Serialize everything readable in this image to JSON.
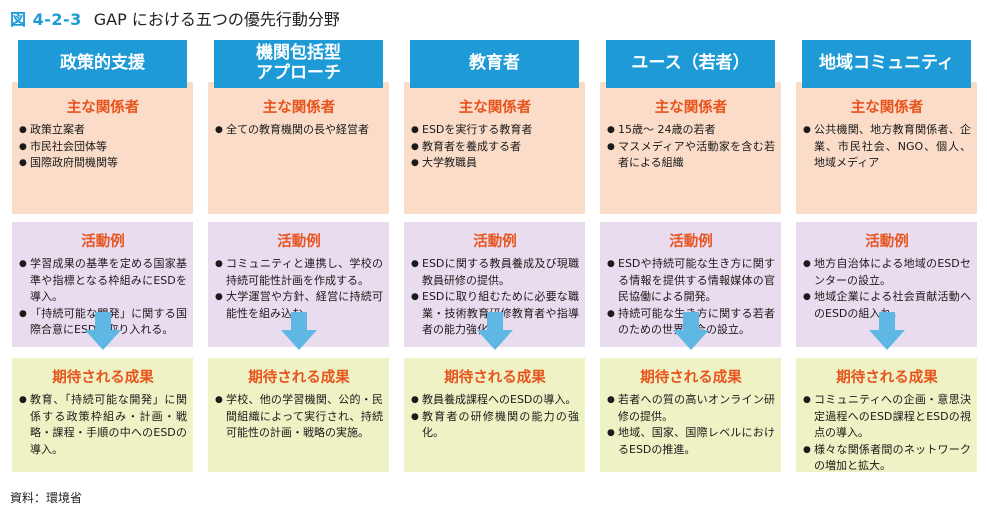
{
  "figure": {
    "number": "図 4-2-3",
    "title": "GAP における五つの優先行動分野"
  },
  "labels": {
    "stakeholders": "主な関係者",
    "activities": "活動例",
    "outcomes": "期待される成果"
  },
  "colors": {
    "header": "#1e9bd7",
    "stake_bg": "#fadcc9",
    "activity_bg": "#e9dcee",
    "outcome_bg": "#eef2c4",
    "section_title": "#e8541e",
    "arrow": "#5fb8e3"
  },
  "columns": [
    {
      "header": "政策的支援",
      "stakeholders": [
        "政策立案者",
        "市民社会団体等",
        "国際政府間機関等"
      ],
      "activities": [
        "学習成果の基準を定める国家基準や指標となる枠組みにESDを導入。",
        "「持続可能な開発」に関する国際合意にESDを取り入れる。"
      ],
      "outcomes": [
        "教育、「持続可能な開発」に関係する政策枠組み・計画・戦略・課程・手順の中へのESDの導入。"
      ]
    },
    {
      "header": "機関包括型\nアプローチ",
      "stakeholders": [
        "全ての教育機関の長や経営者"
      ],
      "activities": [
        "コミュニティと連携し、学校の持続可能性計画を作成する。",
        "大学運営や方針、経営に持続可能性を組み込む。"
      ],
      "outcomes": [
        "学校、他の学習機関、公的・民間組織によって実行され、持続可能性の計画・戦略の実施。"
      ]
    },
    {
      "header": "教育者",
      "stakeholders": [
        "ESDを実行する教育者",
        "教育者を養成する者",
        "大学教職員"
      ],
      "activities": [
        "ESDに関する教員養成及び現職教員研修の提供。",
        "ESDに取り組むために必要な職業・技術教育研修教育者や指導者の能力強化。"
      ],
      "outcomes": [
        "教員養成課程へのESDの導入。",
        "教育者の研修機関の能力の強化。"
      ]
    },
    {
      "header": "ユース（若者）",
      "stakeholders": [
        "15歳～ 24歳の若者",
        "マスメディアや活動家を含む若者による組織"
      ],
      "activities": [
        "ESDや持続可能な生き方に関する情報を提供する情報媒体の官民協働による開発。",
        "持続可能な生き方に関する若者のための世界連合の設立。"
      ],
      "outcomes": [
        "若者への質の高いオンライン研修の提供。",
        "地域、国家、国際レベルにおけるESDの推進。"
      ]
    },
    {
      "header": "地域コミュニティ",
      "stakeholders": [
        "公共機関、地方教育関係者、企業、市民社会、NGO、個人、地域メディア"
      ],
      "activities": [
        "地方自治体による地域のESDセンターの設立。",
        "地域企業による社会貢献活動へのESDの組入れ。"
      ],
      "outcomes": [
        "コミュニティへの企画・意思決定過程へのESD課程とESDの視点の導入。",
        "様々な関係者間のネットワークの増加と拡大。"
      ]
    }
  ],
  "source": "資料：環境省"
}
